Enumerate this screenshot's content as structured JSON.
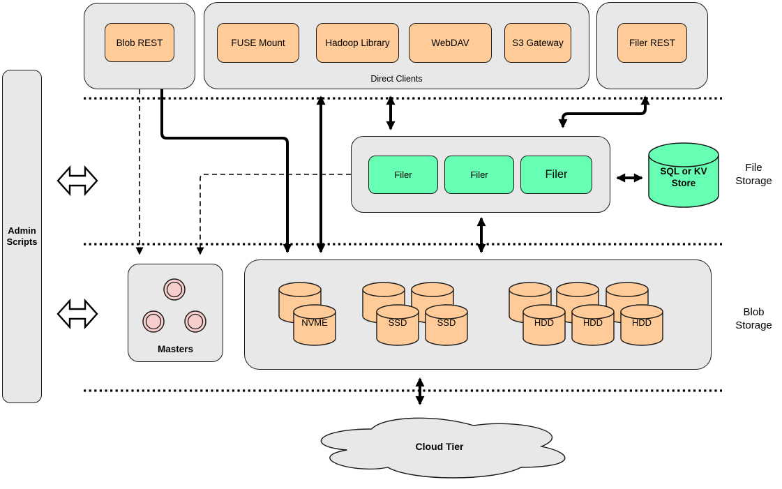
{
  "admin": {
    "label": "Admin\nScripts"
  },
  "blob_rest": {
    "label": "Blob REST"
  },
  "direct_clients": {
    "caption": "Direct Clients",
    "items": [
      {
        "label": "FUSE Mount"
      },
      {
        "label": "Hadoop Library"
      },
      {
        "label": "WebDAV"
      },
      {
        "label": "S3 Gateway"
      }
    ]
  },
  "filer_rest": {
    "label": "Filer REST"
  },
  "file_storage": {
    "section_label": "File\nStorage",
    "filers": [
      "Filer",
      "Filer",
      "Filer"
    ],
    "store_label": "SQL or KV\nStore"
  },
  "blob_storage": {
    "section_label": "Blob\nStorage",
    "masters_label": "Masters",
    "volumes": [
      "NVME",
      "SSD",
      "SSD",
      "HDD",
      "HDD",
      "HDD"
    ]
  },
  "cloud": {
    "label": "Cloud Tier"
  },
  "colors": {
    "container_fill": "#e8e8e8",
    "client_fill": "#ffcc99",
    "filer_fill": "#66ffb3",
    "master_fill": "#f8cecc",
    "outline": "#1a1a1a"
  }
}
